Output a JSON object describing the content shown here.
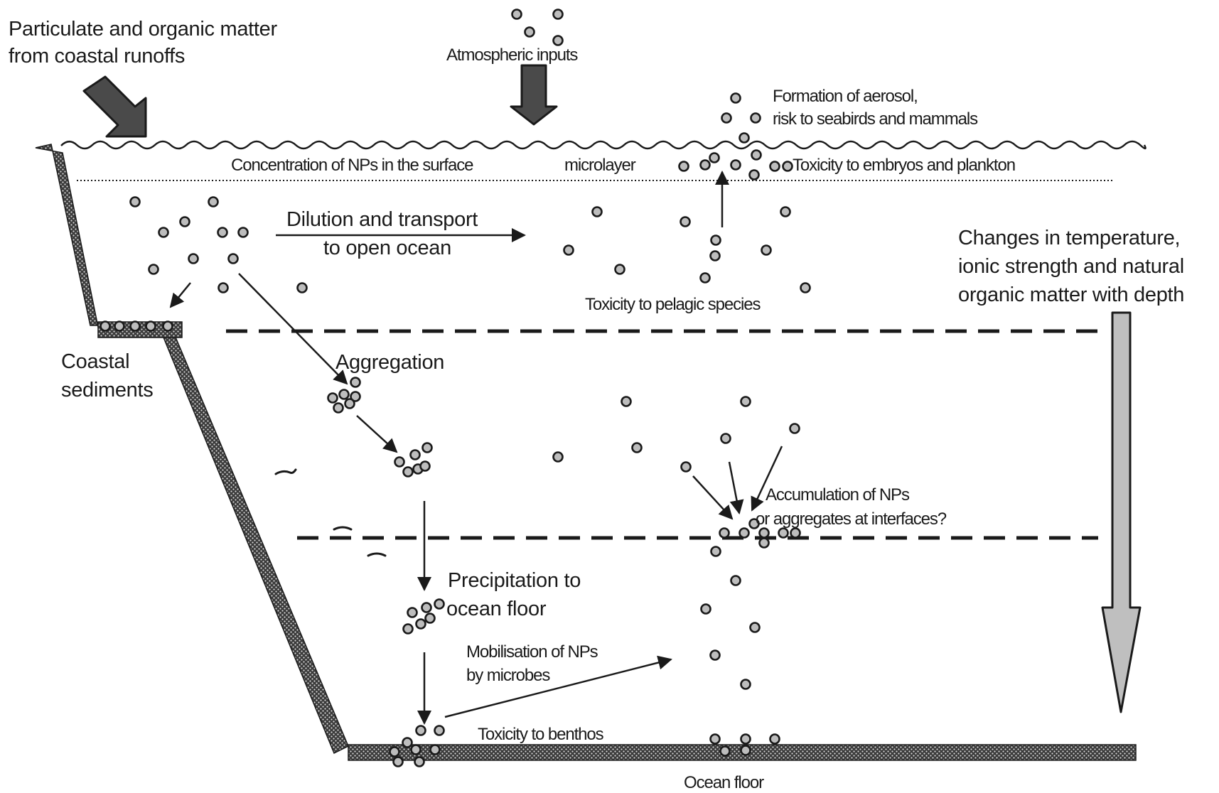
{
  "labels": {
    "coastal_runoffs_line1": "Particulate and organic matter",
    "coastal_runoffs_line2": "from coastal runoffs",
    "atmospheric_inputs": "Atmospheric inputs",
    "aerosol_line1": "Formation of aerosol,",
    "aerosol_line2": "risk to seabirds and mammals",
    "surface_concentration": "Concentration of NPs in the surface",
    "microlayer": "microlayer",
    "toxicity_embryos": "Toxicity to embryos and plankton",
    "dilution_line1": "Dilution and transport",
    "dilution_line2": "to open ocean",
    "toxicity_pelagic": "Toxicity to pelagic species",
    "depth_changes_line1": "Changes in temperature,",
    "depth_changes_line2": "ionic strength and natural",
    "depth_changes_line3": "organic matter with depth",
    "coastal_sediments_line1": "Coastal",
    "coastal_sediments_line2": "sediments",
    "aggregation": "Aggregation",
    "accumulation_line1": "Accumulation of NPs",
    "accumulation_line2": "or aggregates at interfaces?",
    "precipitation_line1": "Precipitation to",
    "precipitation_line2": "ocean floor",
    "mobilisation_line1": "Mobilisation of NPs",
    "mobilisation_line2": "by microbes",
    "toxicity_benthos": "Toxicity to benthos",
    "ocean_floor": "Ocean floor"
  },
  "colors": {
    "ink": "#1a1a1a",
    "big_arrow": "#4a4a4a",
    "depth_arrow": "#bfbfbf",
    "nanoparticle_fill": "#bdbdbd"
  }
}
